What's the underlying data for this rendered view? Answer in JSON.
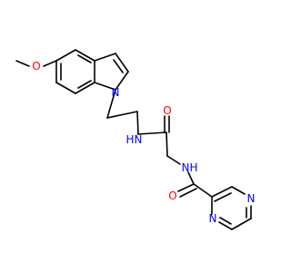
{
  "colors": {
    "background": "#ffffff",
    "bond": "#000000",
    "carbon_label": "#000000",
    "nitrogen": "#0000ff",
    "oxygen": "#ff0000"
  },
  "atoms": [
    {
      "id": "o_methoxy",
      "label": "O",
      "element": "O"
    },
    {
      "id": "n_indole",
      "label": "N",
      "element": "N"
    },
    {
      "id": "o_carbonyl_1",
      "label": "O",
      "element": "O"
    },
    {
      "id": "n_amide_1",
      "label": "N",
      "element": "N"
    },
    {
      "id": "h_amide_1",
      "label": "H",
      "element": "H"
    },
    {
      "id": "n_amide_2",
      "label": "N",
      "element": "N"
    },
    {
      "id": "h_amide_2",
      "label": "H",
      "element": "H"
    },
    {
      "id": "o_carbonyl_2",
      "label": "O",
      "element": "O"
    },
    {
      "id": "n_pyrazine_1",
      "label": "N",
      "element": "N"
    },
    {
      "id": "n_pyrazine_2",
      "label": "N",
      "element": "N"
    }
  ]
}
